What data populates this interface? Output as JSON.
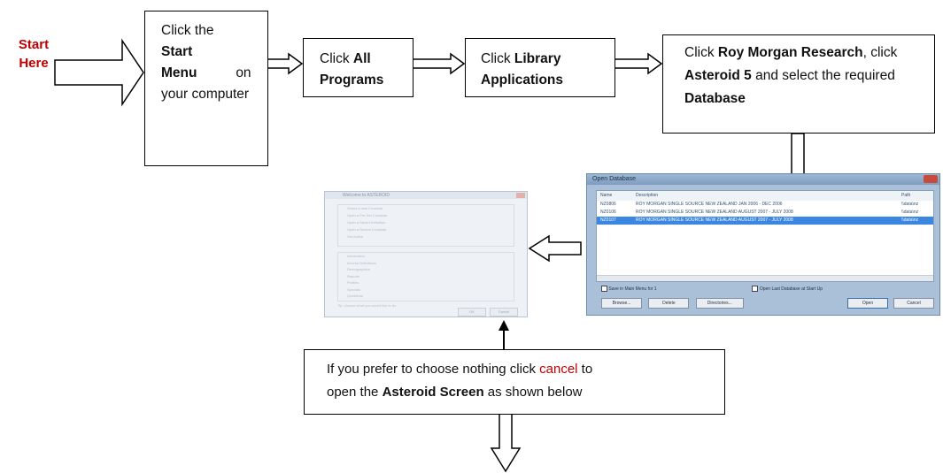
{
  "start": {
    "line1": "Start",
    "line2": "Here",
    "color": "#c00000"
  },
  "steps": [
    {
      "pre": "Click the",
      "bold": "Start Menu",
      "post": "on your computer"
    },
    {
      "pre": "Click",
      "bold": "All Programs"
    },
    {
      "pre": "Click",
      "bold": "Library Applications"
    },
    {
      "pre": "Click",
      "bold1": "Roy Morgan Research",
      "mid1": ", click",
      "bold2": "Asteroid 5",
      "mid2": "and select the required",
      "bold3": "Database"
    }
  ],
  "note": {
    "line1_pre": "If you prefer to choose nothing click",
    "line1_red": "cancel",
    "line1_post": "to",
    "line2_pre": "open the",
    "line2_bold": "Asteroid Screen",
    "line2_post": "as shown below",
    "red_color": "#c00000"
  },
  "screenshots": {
    "open_database": {
      "title": "Open Database",
      "columns": [
        "Name",
        "Description",
        "Path"
      ],
      "rows": [
        [
          "NZ0806",
          "ROY MORGAN SINGLE SOURCE NEW ZEALAND JAN 2006 - DEC 2006",
          "\\\\data\\nz"
        ],
        [
          "NZ0106",
          "ROY MORGAN SINGLE SOURCE NEW ZEALAND AUGUST 2007 - JULY 2008",
          "\\\\data\\nz"
        ],
        [
          "NZ0107",
          "ROY MORGAN SINGLE SOURCE NEW ZEALAND AUGUST 2007 - JULY 2008",
          "\\\\data\\nz"
        ]
      ],
      "selected_row": 2,
      "checkbox1": "Save in Main Menu for 1",
      "checkbox2": "Open Last Database at Start Up",
      "buttons_left": [
        "Browse...",
        "Delete",
        "Directories..."
      ],
      "buttons_right": [
        "Open",
        "Cancel"
      ]
    },
    "start_options": {
      "title": "Welcome to ASTEROID",
      "group1": [
        "Select a new Crosstab",
        "Open a Pre-Set Crosstab",
        "Open a Saved Definition",
        "Open a Recent Crosstab",
        "Set Active"
      ],
      "group2": [
        "Information",
        "Income Definitions",
        "Demographics",
        "Reports",
        "Profiles",
        "Specials",
        "Questions"
      ],
      "footer": "Tip: choose what you would like to do",
      "buttons": [
        "OK",
        "Cancel"
      ]
    }
  }
}
